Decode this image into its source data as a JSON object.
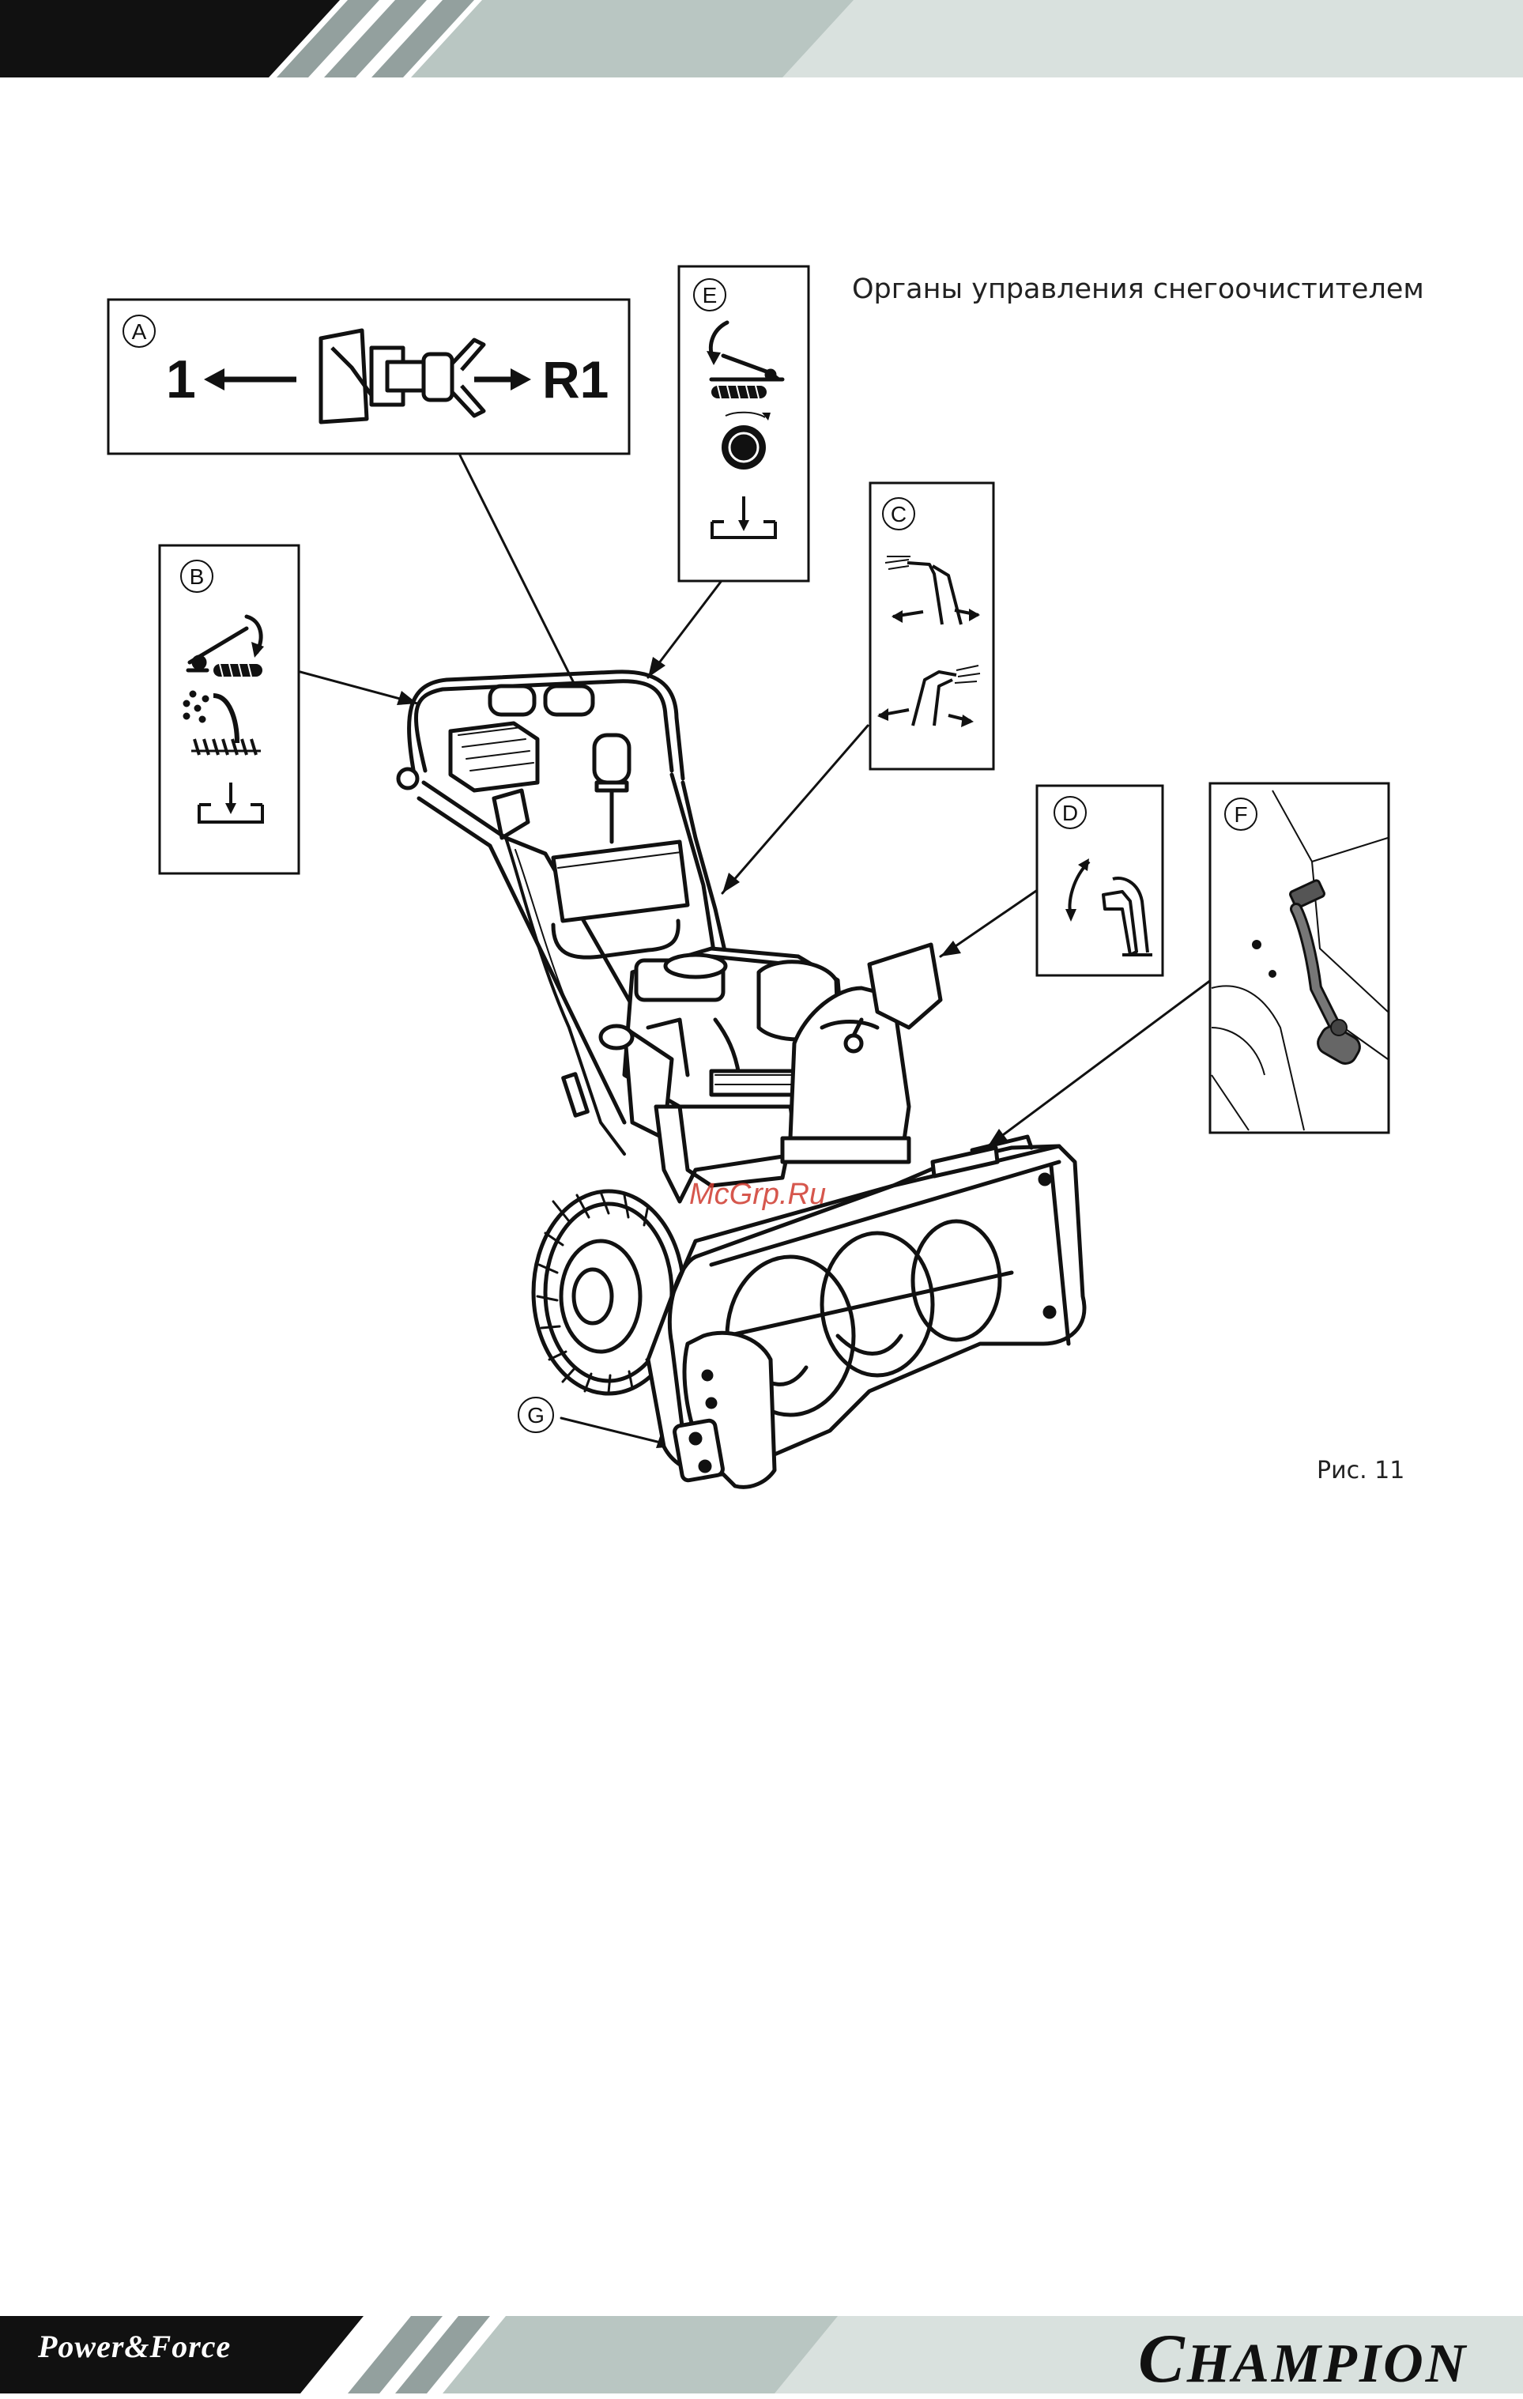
{
  "page": {
    "title": "Органы управления снегоочистителем",
    "caption": "Рис. 11",
    "watermark": "McGrp.Ru"
  },
  "panels": {
    "a": {
      "letter": "A",
      "gear_forward": "1",
      "gear_reverse": "R1"
    },
    "b": {
      "letter": "B"
    },
    "c": {
      "letter": "C"
    },
    "d": {
      "letter": "D"
    },
    "e": {
      "letter": "E"
    },
    "f": {
      "letter": "F"
    },
    "g": {
      "letter": "G"
    }
  },
  "footer": {
    "brand_left": "Power&Force",
    "brand_right_initial": "C",
    "brand_right_rest": "HAMPION"
  },
  "icons": {
    "lever": "lever-icon",
    "auger": "auger-icon",
    "knob": "knob-icon",
    "down_arrow": "down-arrow-icon",
    "chute_rotate": "chute-rotate-icon",
    "deflector_tilt": "deflector-tilt-icon"
  },
  "colors": {
    "header_dark": "#111111",
    "header_grey": "#93a09e",
    "header_light": "#d9e1de",
    "watermark": "#d03a2e"
  }
}
